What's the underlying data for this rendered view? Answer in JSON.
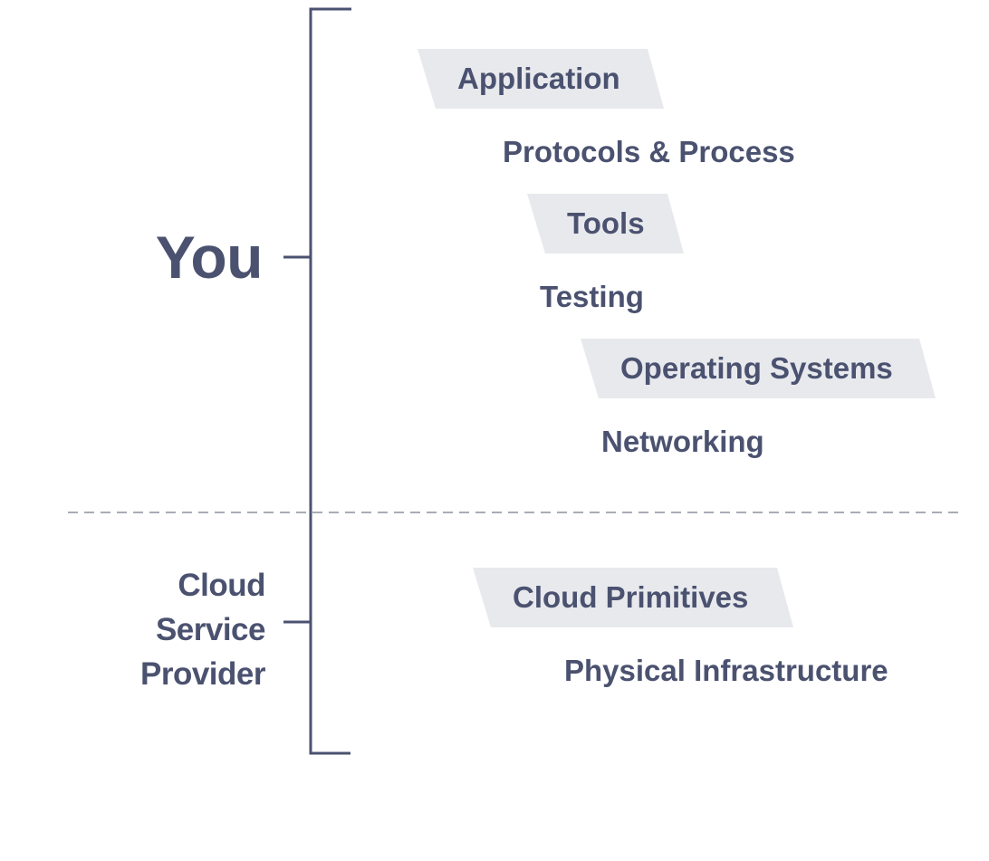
{
  "groups": {
    "you": {
      "label": "You"
    },
    "cloud_service_provider": {
      "lines": [
        "Cloud",
        "Service",
        "Provider"
      ]
    }
  },
  "layers": [
    {
      "id": "application",
      "label": "Application",
      "highlighted": true
    },
    {
      "id": "protocols-process",
      "label": "Protocols & Process",
      "highlighted": false
    },
    {
      "id": "tools",
      "label": "Tools",
      "highlighted": true
    },
    {
      "id": "testing",
      "label": "Testing",
      "highlighted": false
    },
    {
      "id": "operating-systems",
      "label": "Operating Systems",
      "highlighted": true
    },
    {
      "id": "networking",
      "label": "Networking",
      "highlighted": false
    },
    {
      "id": "cloud-primitives",
      "label": "Cloud Primitives",
      "highlighted": true
    },
    {
      "id": "physical-infrastructure",
      "label": "Physical Infrastructure",
      "highlighted": false
    }
  ],
  "colors": {
    "text": "#4b5270",
    "highlight": "#e8e9ed",
    "bracket": "#4b5270",
    "divider": "#a9acb8"
  }
}
